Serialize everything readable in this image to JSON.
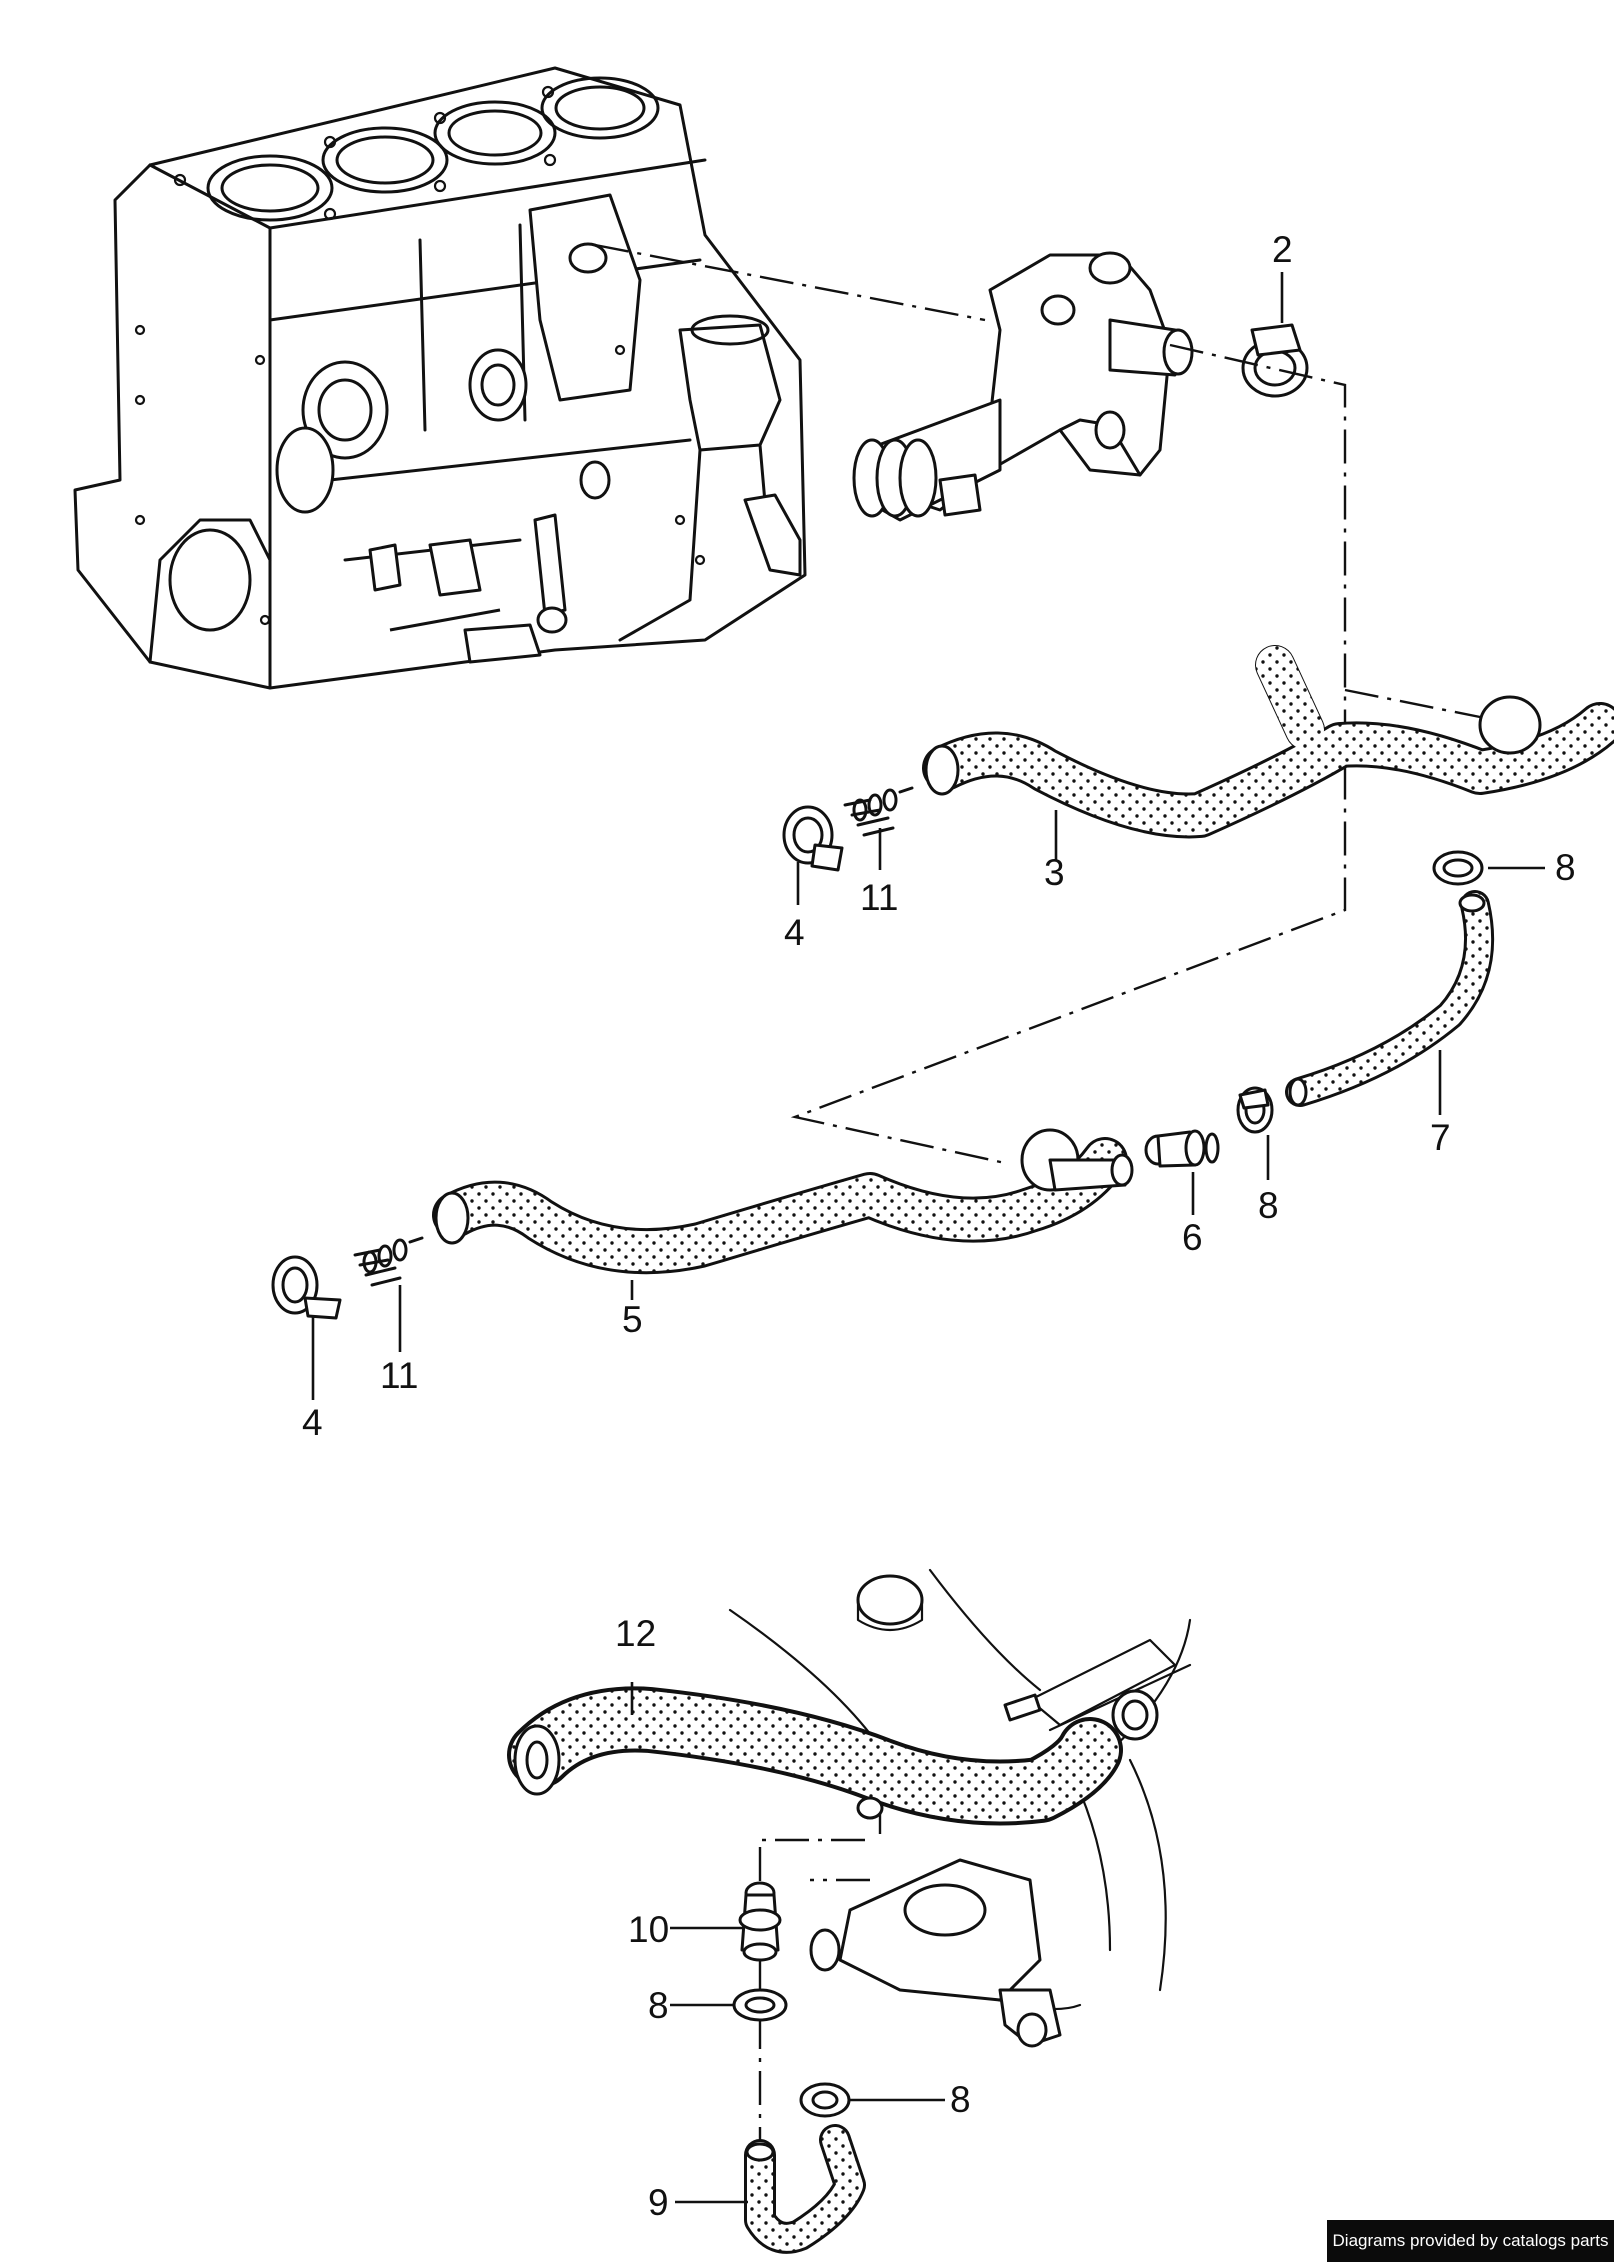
{
  "labels": {
    "p2": "2",
    "p3": "3",
    "p4a": "4",
    "p4b": "4",
    "p5": "5",
    "p6": "6",
    "p7": "7",
    "p8a": "8",
    "p8b": "8",
    "p8c": "8",
    "p8d": "8",
    "p9": "9",
    "p10": "10",
    "p11a": "11",
    "p11b": "11",
    "p12": "12"
  },
  "footer": {
    "credit": "Diagrams provided by catalogs parts"
  }
}
